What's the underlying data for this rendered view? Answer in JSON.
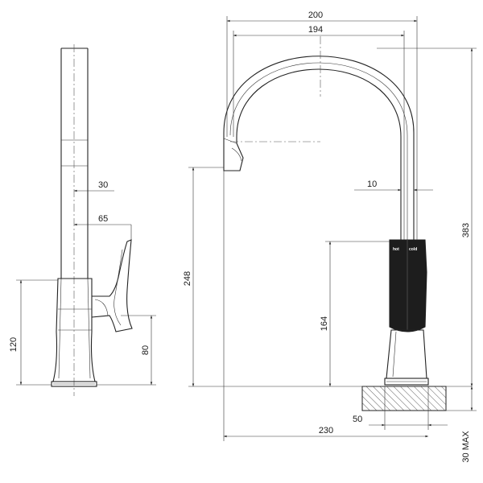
{
  "dimensions": {
    "overall_width": "200",
    "spout_width": "194",
    "side_30": "30",
    "side_65": "65",
    "outlet_10": "10",
    "height_383": "383",
    "height_248": "248",
    "height_164": "164",
    "height_120": "120",
    "height_80": "80",
    "width_230": "230",
    "base_50": "50",
    "max_30": "30 MAX"
  },
  "handle_labels": {
    "hot": "hot",
    "cold": "cold"
  }
}
